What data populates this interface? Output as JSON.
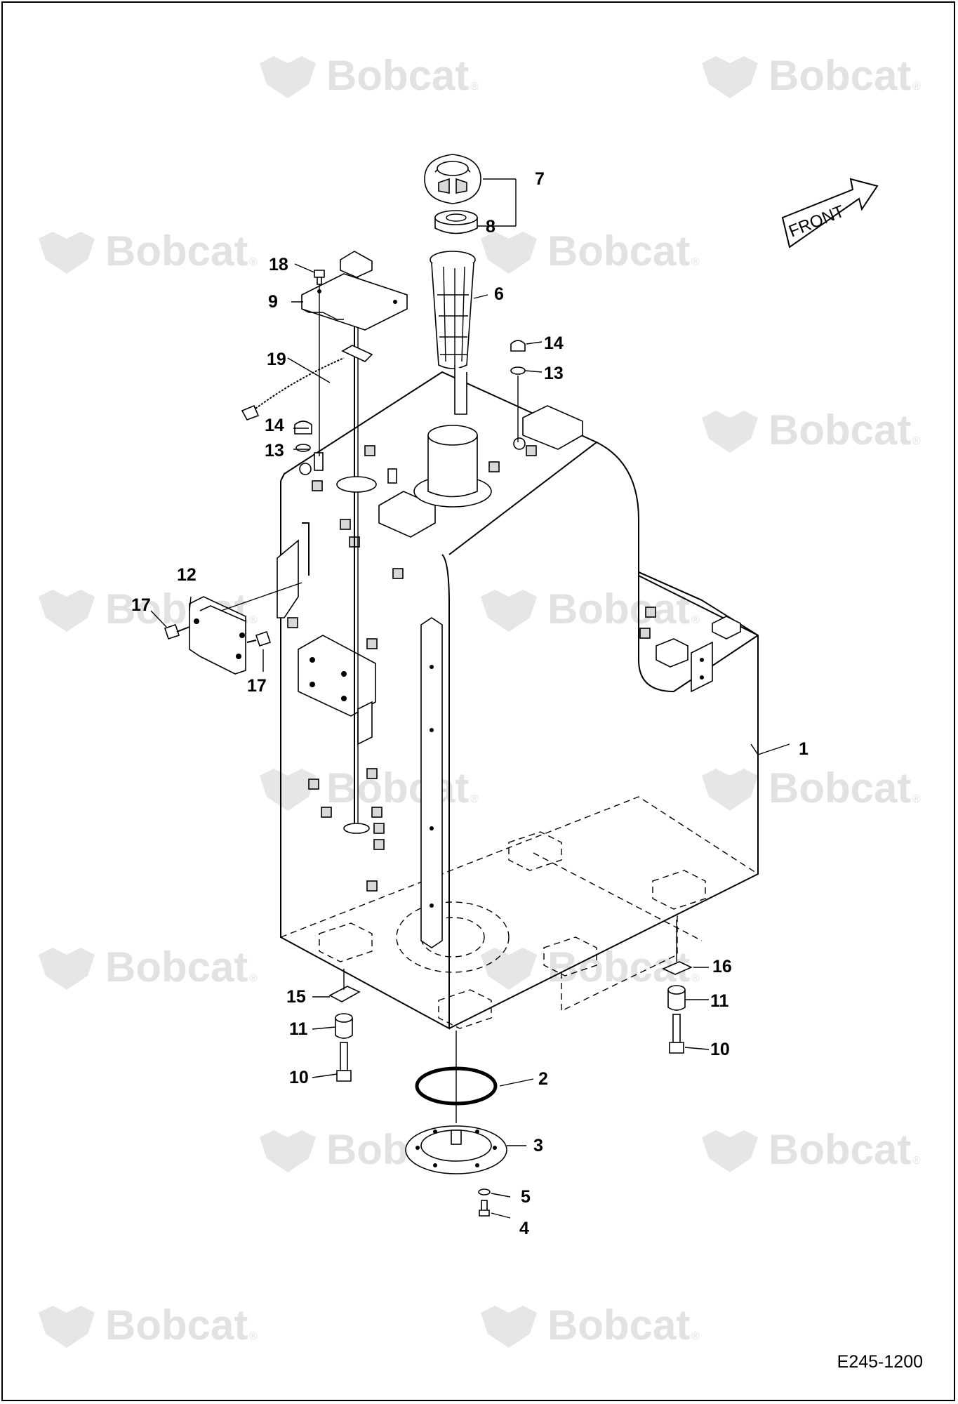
{
  "drawing_number": "E245-1200",
  "watermark": {
    "text": "Bobcat",
    "suffix": "®"
  },
  "front_label": "FRONT",
  "callouts": [
    "1",
    "2",
    "3",
    "4",
    "5",
    "6",
    "7",
    "8",
    "9",
    "10",
    "10",
    "11",
    "11",
    "12",
    "13",
    "13",
    "14",
    "14",
    "15",
    "16",
    "17",
    "17",
    "18",
    "19"
  ],
  "colors": {
    "line": "#000000",
    "watermark": "#e2e2e2",
    "background": "#ffffff"
  }
}
